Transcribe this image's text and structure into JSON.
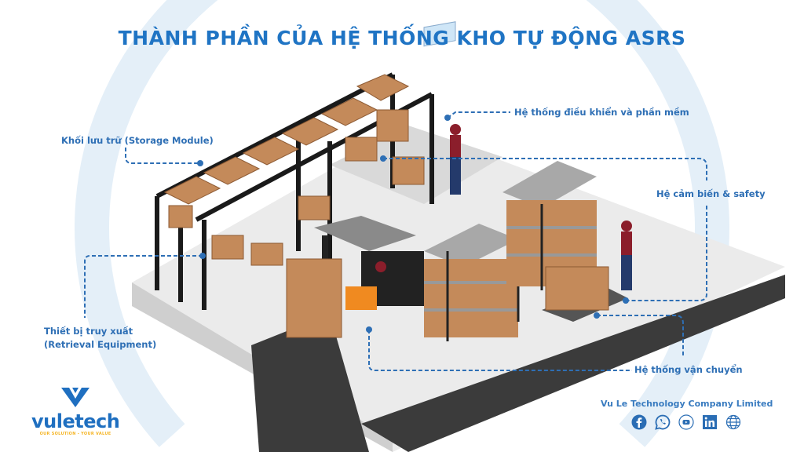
{
  "title": "THÀNH PHẦN CỦA HỆ THỐNG KHO TỰ ĐỘNG ASRS",
  "labels": {
    "storage": "Khối lưu trữ (Storage Module)",
    "control": "Hệ thống điều khiển và phần mềm",
    "sensor": "Hệ cảm biến & safety",
    "retrieval_line1": "Thiết bị truy xuất",
    "retrieval_line2": "(Retrieval Equipment)",
    "transport": "Hệ thống vận chuyển"
  },
  "logo": {
    "name": "vuletech",
    "tagline": "OUR SOLUTION - YOUR VALUE"
  },
  "company": "Vu Le Technology Company Limited",
  "socials": [
    "facebook-icon",
    "whatsapp-icon",
    "youtube-icon",
    "linkedin-icon",
    "globe-icon"
  ],
  "colors": {
    "accent": "#1f74c4",
    "label": "#2e6fb5",
    "ring": "#e4eff8",
    "box": "#c48a5a",
    "rack": "#1e1e1e",
    "tagline": "#f5b526"
  }
}
